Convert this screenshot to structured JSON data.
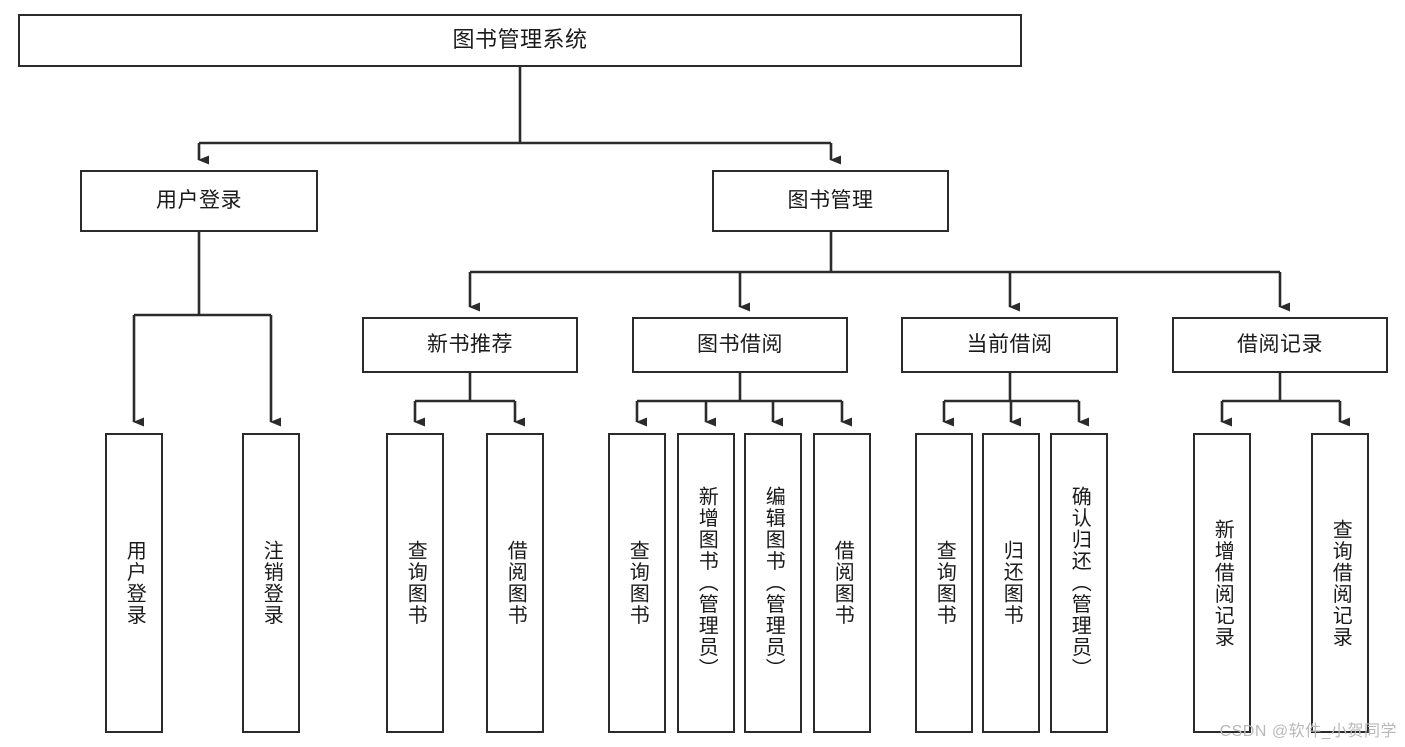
{
  "diagram": {
    "title": "图书管理系统",
    "type": "tree-hierarchy-chart",
    "watermark": "CSDN @软件_小贺同学",
    "colors": {
      "stroke": "#2b2b2b",
      "fill": "#ffffff",
      "text": "#1a1a1a",
      "watermark": "#b9b9b9"
    },
    "root": {
      "label": "图书管理系统"
    },
    "level2": [
      {
        "label": "用户登录"
      },
      {
        "label": "图书管理"
      }
    ],
    "level3": [
      {
        "label": "新书推荐"
      },
      {
        "label": "图书借阅"
      },
      {
        "label": "当前借阅"
      },
      {
        "label": "借阅记录"
      }
    ],
    "leaves": {
      "user_login": [
        {
          "label": "用户登录"
        },
        {
          "label": "注销登录"
        }
      ],
      "new_book": [
        {
          "label": "查询图书"
        },
        {
          "label": "借阅图书"
        }
      ],
      "book_borrow": [
        {
          "label": "查询图书"
        },
        {
          "label": "新增图书（管理员）"
        },
        {
          "label": "编辑图书（管理员）"
        },
        {
          "label": "借阅图书"
        }
      ],
      "current_borrow": [
        {
          "label": "查询图书"
        },
        {
          "label": "归还图书"
        },
        {
          "label": "确认归还（管理员）"
        }
      ],
      "borrow_record": [
        {
          "label": "新增借阅记录"
        },
        {
          "label": "查询借阅记录"
        }
      ]
    }
  }
}
